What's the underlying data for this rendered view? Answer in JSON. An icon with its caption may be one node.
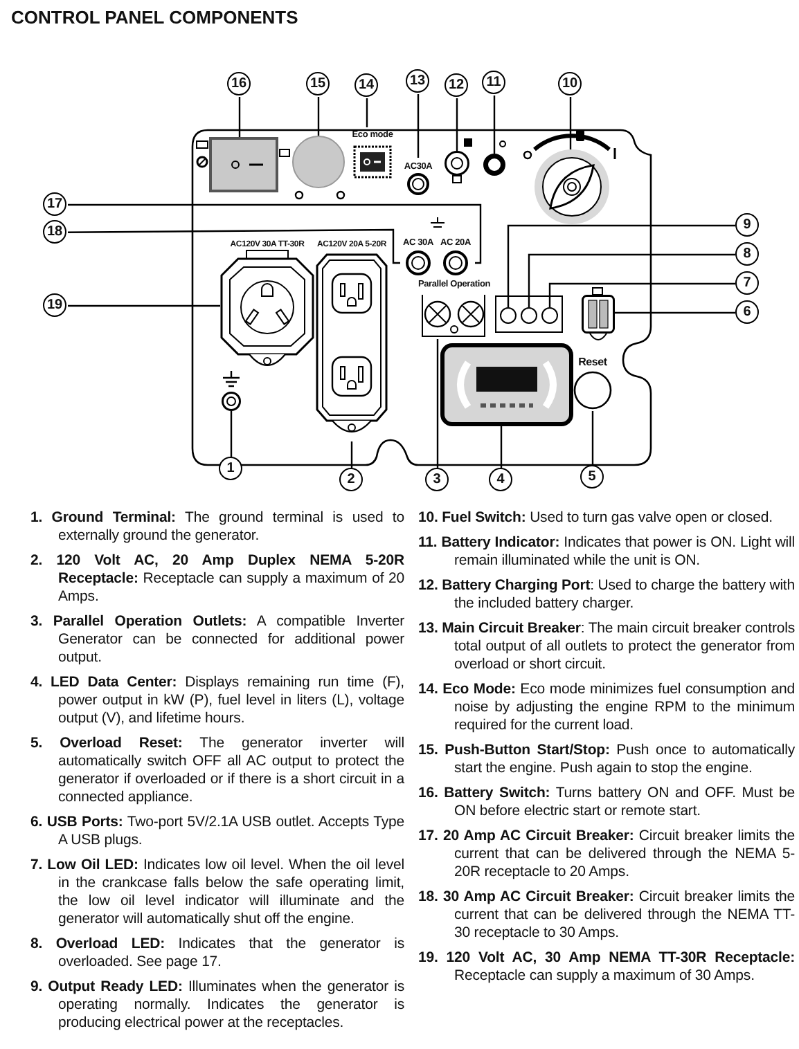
{
  "diagram": {
    "title": "CONTROL PANEL COMPONENTS",
    "nodes": [
      {
        "text": [
          "16"
        ]
      },
      {
        "text": [
          "15"
        ]
      },
      {
        "text": [
          "14"
        ]
      },
      {
        "text": [
          "13"
        ]
      },
      {
        "text": [
          "12"
        ]
      },
      {
        "text": [
          "11"
        ]
      },
      {
        "text": [
          "10"
        ]
      },
      {
        "text": [
          "9"
        ]
      },
      {
        "text": [
          "17"
        ]
      },
      {
        "text": [
          "8"
        ]
      },
      {
        "text": [
          "18"
        ]
      },
      {
        "text": [
          "7"
        ]
      },
      {
        "text": [
          "6"
        ]
      },
      {
        "text": [
          "19"
        ]
      },
      {
        "text": [
          "1"
        ]
      },
      {
        "text": [
          "2"
        ]
      },
      {
        "text": [
          "3"
        ]
      },
      {
        "text": [
          "4"
        ]
      },
      {
        "text": [
          "5"
        ]
      },
      {
        "text": [],
        "shape": "box"
      },
      {
        "text": [],
        "shape": "circle"
      },
      {
        "text": [
          "Eco mode"
        ]
      },
      {
        "text": [
          "AC30A"
        ]
      },
      {
        "text": [],
        "shape": "circle"
      },
      {
        "text": [],
        "shape": "circle"
      },
      {
        "text": [],
        "shape": "circle"
      },
      {
        "text": [
          "AC120V 30A TT-30R"
        ]
      },
      {
        "text": [
          "AC120V 20A 5-20R"
        ]
      },
      {
        "text": [
          "AC 30A"
        ]
      },
      {
        "text": [
          "AC 20A"
        ]
      },
      {
        "text": [
          "Parallel Operation"
        ]
      },
      {
        "text": [],
        "shape": "circle"
      },
      {
        "text": [],
        "shape": "circle"
      },
      {
        "text": [],
        "shape": "circle"
      },
      {
        "text": [],
        "shape": "box"
      },
      {
        "text": [],
        "shape": "circle"
      },
      {
        "text": [],
        "shape": "box"
      },
      {
        "text": [
          "Reset"
        ]
      }
    ],
    "edges": [
      {
        "from": 0,
        "to": 19,
        "arrow": "none"
      },
      {
        "from": 1,
        "to": 20,
        "arrow": "none"
      },
      {
        "from": 2,
        "to": 21,
        "arrow": "none"
      },
      {
        "from": 3,
        "to": 22,
        "arrow": "none"
      },
      {
        "from": 4,
        "to": 23,
        "arrow": "none"
      },
      {
        "from": 5,
        "to": 24,
        "arrow": "none"
      },
      {
        "from": 6,
        "to": 25,
        "arrow": "none"
      },
      {
        "from": 7,
        "to": 31,
        "arrow": "none"
      },
      {
        "from": 8,
        "to": 29,
        "arrow": "none"
      },
      {
        "from": 9,
        "to": 32,
        "arrow": "none"
      },
      {
        "from": 10,
        "to": 28,
        "arrow": "none"
      },
      {
        "from": 11,
        "to": 33,
        "arrow": "none"
      },
      {
        "from": 12,
        "to": 34,
        "arrow": "none"
      },
      {
        "from": 13,
        "to": 26,
        "arrow": "none"
      },
      {
        "from": 14,
        "to": 35,
        "arrow": "none"
      },
      {
        "from": 15,
        "to": 27,
        "arrow": "none"
      },
      {
        "from": 16,
        "to": 30,
        "arrow": "none"
      },
      {
        "from": 17,
        "to": 36,
        "arrow": "none"
      },
      {
        "from": 18,
        "to": 37,
        "arrow": "none"
      }
    ],
    "labels": [
      "**1. Ground Terminal:** The ground terminal is used to externally ground the generator.",
      "**2. 120 Volt AC, 20 Amp Duplex NEMA 5-20R Receptacle:** Receptacle can supply a maximum of 20 Amps.",
      "**3. Parallel Operation Outlets:** A compatible Inverter Generator can be connected for additional power output.",
      "**4. LED Data Center:** Displays remaining run time (F), power output in kW (P), fuel level in liters (L), voltage output (V), and lifetime hours.",
      "**5. Overload Reset:** The generator inverter will automatically switch OFF all AC output to protect the generator if overloaded or if there is a short circuit in a connected appliance.",
      "**6. USB Ports:** Two-port 5V/2.1A USB outlet. Accepts Type A USB plugs.",
      "**7. Low Oil LED:** Indicates low oil level. When the oil level in the crankcase falls below the safe operating limit, the low oil level indicator will illuminate and the generator will automatically shut off the engine.",
      "**8. Overload LED:** Indicates that the generator is overloaded. See page 17.",
      "**9. Output Ready LED:** Illuminates when the generator is operating normally. Indicates the generator is producing electrical power at the receptacles.",
      "**10. Fuel Switch:** Used to turn gas valve open or closed.",
      "**11. Battery Indicator:** Indicates that power is ON. Light will remain illuminated while the unit is ON.",
      "**12. Battery Charging Port**: Used to charge the battery with the included battery charger.",
      "**13. Main Circuit Breaker**: The main circuit breaker controls total output of all outlets to protect the generator from overload or short circuit.",
      "**14. Eco Mode:** Eco mode minimizes fuel consumption and noise by adjusting the engine RPM to the minimum required for the current load.",
      "**15. Push-Button Start/Stop:** Push once to automatically start the engine. Push again to stop the engine.",
      "**16. Battery Switch:** Turns battery ON and OFF. Must be ON before electric start or remote start.",
      "**17. 20 Amp AC Circuit Breaker:** Circuit breaker limits the current that can be delivered through the NEMA 5-20R receptacle to 20 Amps.",
      "**18. 30 Amp AC Circuit Breaker:** Circuit breaker limits the current that can be delivered through the NEMA TT-30 receptacle to 30 Amps.",
      "**19. 120 Volt AC, 30 Amp NEMA TT-30R Receptacle:** Receptacle can supply a maximum of 30 Amps."
    ]
  }
}
